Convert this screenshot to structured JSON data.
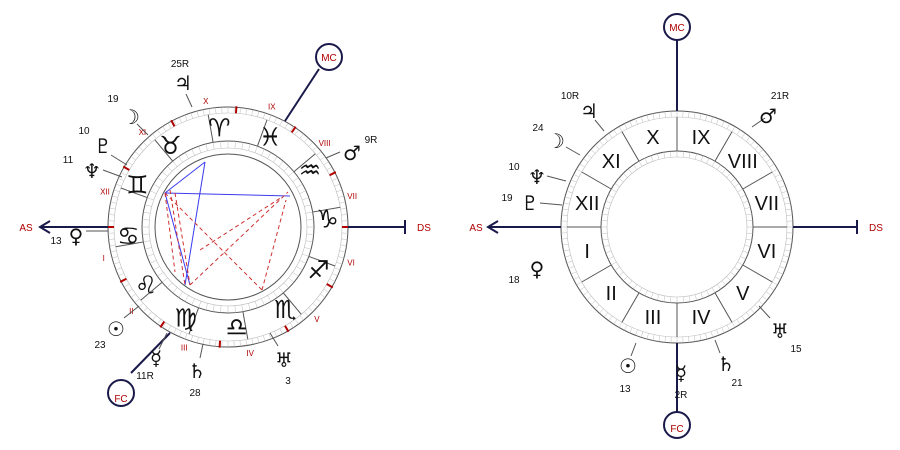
{
  "angles": {
    "as": "AS",
    "ds": "DS",
    "mc": "MC",
    "fc": "FC"
  },
  "colors": {
    "frame": "#1a1a4a",
    "accent": "#b00000",
    "trine": "#3a3af0",
    "square": "#d03030"
  },
  "left_chart": {
    "signs": [
      "♈",
      "♓",
      "♒",
      "♑",
      "♐",
      "♏",
      "♎",
      "♍",
      "♌",
      "♋",
      "♊",
      "♉"
    ],
    "houses": [
      "I",
      "II",
      "III",
      "IV",
      "V",
      "VI",
      "VII",
      "VIII",
      "IX",
      "X",
      "XI",
      "XII"
    ],
    "planets": [
      {
        "name": "jupiter",
        "glyph": "♃",
        "label": "25R"
      },
      {
        "name": "moon",
        "glyph": "☽",
        "label": "19"
      },
      {
        "name": "pluto",
        "glyph": "♇",
        "label": "10"
      },
      {
        "name": "neptune",
        "glyph": "♆",
        "label": "11"
      },
      {
        "name": "mars",
        "glyph": "♂",
        "label": "9R"
      },
      {
        "name": "venus",
        "glyph": "♀",
        "label": "13"
      },
      {
        "name": "sun",
        "glyph": "☉",
        "label": "23"
      },
      {
        "name": "mercury",
        "glyph": "☿",
        "label": "11R"
      },
      {
        "name": "saturn",
        "glyph": "♄",
        "label": "28"
      },
      {
        "name": "uranus",
        "glyph": "♅",
        "label": "3"
      }
    ]
  },
  "right_chart": {
    "houses": [
      "I",
      "II",
      "III",
      "IV",
      "V",
      "VI",
      "VII",
      "VIII",
      "IX",
      "X",
      "XI",
      "XII"
    ],
    "planets": [
      {
        "name": "jupiter",
        "glyph": "♃",
        "label": "10R"
      },
      {
        "name": "moon",
        "glyph": "☽",
        "label": "24"
      },
      {
        "name": "neptune",
        "glyph": "♆",
        "label": "10"
      },
      {
        "name": "pluto",
        "glyph": "♇",
        "label": "19"
      },
      {
        "name": "mars",
        "glyph": "♂",
        "label": "21R"
      },
      {
        "name": "venus",
        "glyph": "♀",
        "label": "18"
      },
      {
        "name": "uranus",
        "glyph": "♅",
        "label": "15"
      },
      {
        "name": "sun",
        "glyph": "☉",
        "label": "13"
      },
      {
        "name": "mercury",
        "glyph": "☿",
        "label": "2R"
      },
      {
        "name": "saturn",
        "glyph": "♄",
        "label": "21"
      }
    ]
  }
}
